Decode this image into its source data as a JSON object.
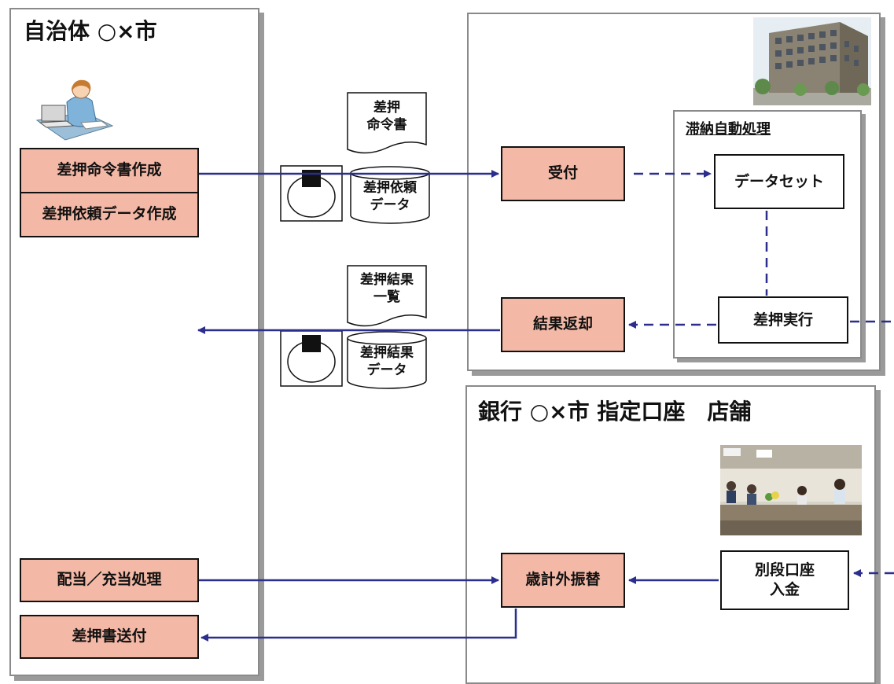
{
  "left_panel": {
    "title": "自治体 ○×市",
    "boxes": {
      "order_creation": "差押命令書作成",
      "request_data_creation": "差押依頼データ作成",
      "allocation": "配当／充当処理",
      "send_notice": "差押書送付"
    }
  },
  "top_right_panel": {
    "receive": "受付",
    "return_results": "結果返却",
    "auto_process": {
      "title": "滞納自動処理",
      "data_set": "データセット",
      "execute": "差押実行"
    }
  },
  "bank_panel": {
    "title": "銀行 ○×市 指定口座　店舗",
    "transfer": "歳計外振替",
    "deposit": "別段口座\n入金"
  },
  "media": {
    "order_doc": "差押\n命令書",
    "request_data": "差押依頼\nデータ",
    "result_list": "差押結果\n一覧",
    "result_data": "差押結果\nデータ"
  },
  "colors": {
    "process_box": "#f4b8a6",
    "arrow": "#2b2e8c",
    "panel_border": "#8a8a8a"
  },
  "icons": [
    "office-worker-icon",
    "city-hall-building-icon",
    "bank-counter-icon",
    "mt-tape-icon"
  ]
}
